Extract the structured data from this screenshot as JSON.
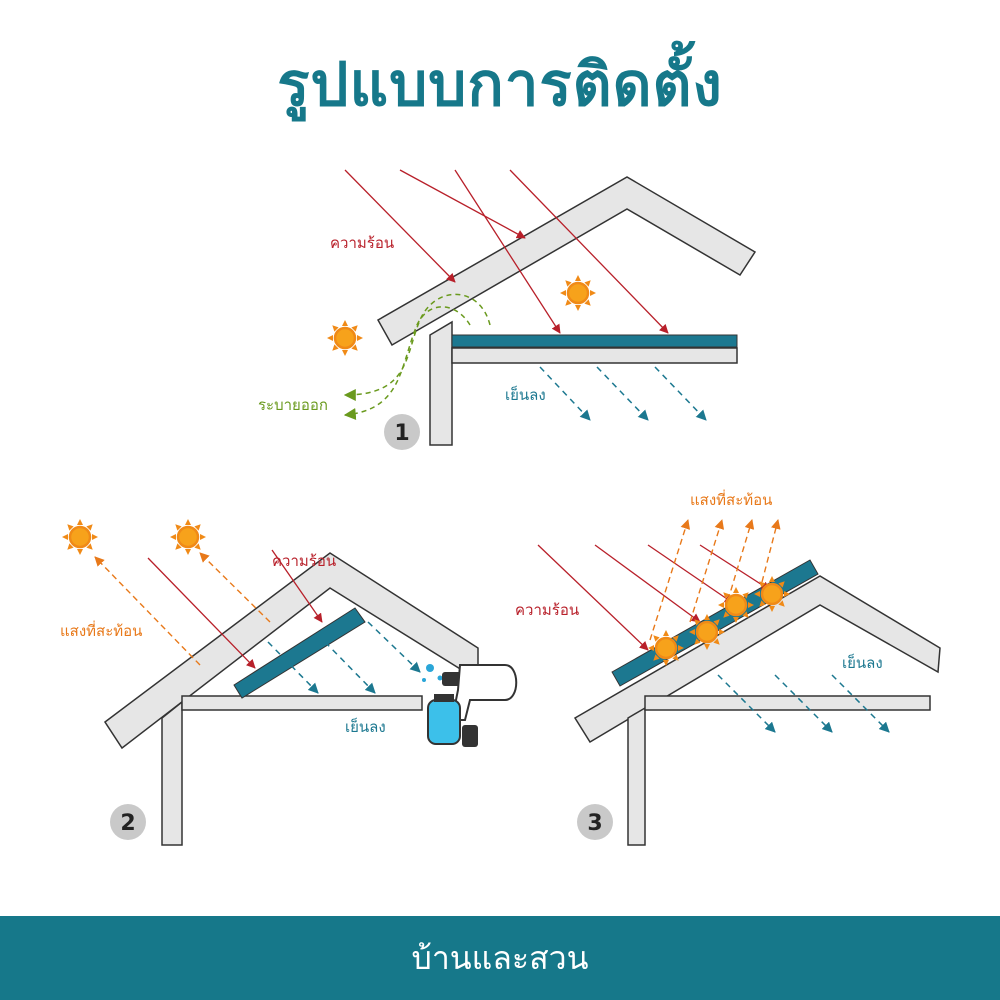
{
  "title": "รูปแบบการติดตั้ง",
  "footer": {
    "brand": "บ้านและสวน"
  },
  "colors": {
    "accent": "#16788a",
    "heat": "#b8202a",
    "cool": "#1c7890",
    "vent": "#6a9a1e",
    "reflect": "#e8791a",
    "roof_fill": "#e6e6e6",
    "roof_stroke": "#333333"
  },
  "panel1": {
    "number": "1",
    "heat_label": "ความร้อน",
    "vent_label": "ระบายออก",
    "cool_label": "เย็นลง"
  },
  "panel2": {
    "number": "2",
    "heat_label": "ความร้อน",
    "reflect_label": "แสงที่สะท้อน",
    "cool_label": "เย็นลง"
  },
  "panel3": {
    "number": "3",
    "heat_label": "ความร้อน",
    "reflect_label": "แสงที่สะท้อน",
    "cool_label": "เย็นลง"
  }
}
